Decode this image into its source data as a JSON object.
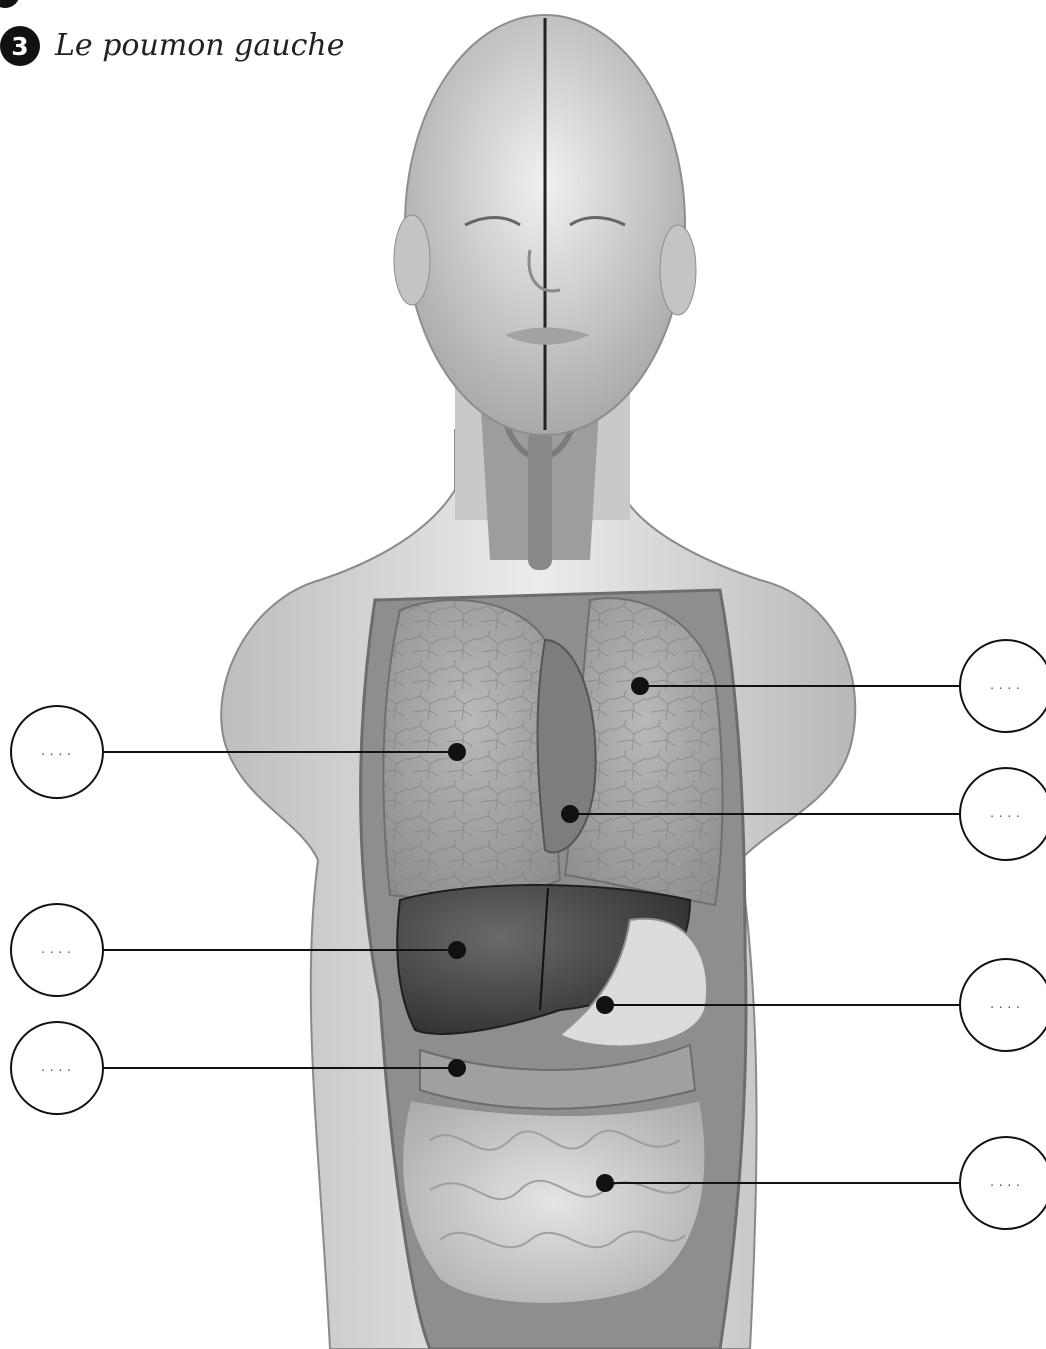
{
  "header": {
    "number": "3",
    "title": "Le poumon gauche"
  },
  "labels": [
    {
      "side": "left",
      "placeholder": "...."
    },
    {
      "side": "left",
      "placeholder": "...."
    },
    {
      "side": "left",
      "placeholder": "...."
    },
    {
      "side": "right",
      "placeholder": "...."
    },
    {
      "side": "right",
      "placeholder": "...."
    },
    {
      "side": "right",
      "placeholder": "...."
    },
    {
      "side": "right",
      "placeholder": "...."
    }
  ],
  "image_style": "grayscale anatomical torso model"
}
